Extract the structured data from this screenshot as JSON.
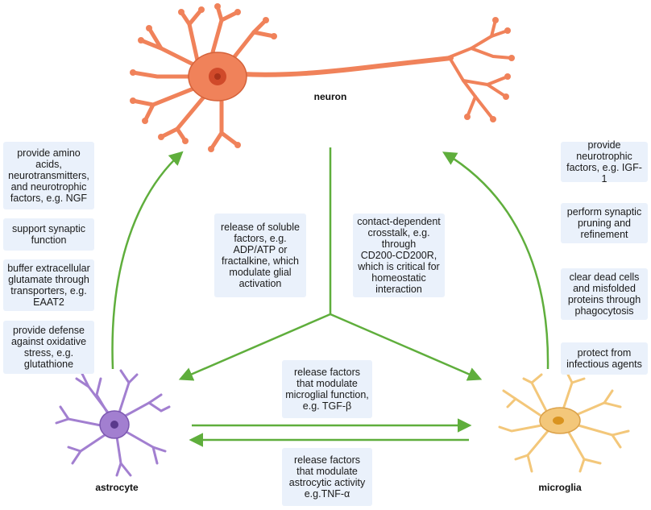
{
  "colors": {
    "arrow": "#5fae3c",
    "neuron_fill": "#f0825a",
    "neuron_stroke": "#d4623a",
    "neuron_nucleus": "#d04a2a",
    "astrocyte_fill": "#a27fd0",
    "astrocyte_stroke": "#7c58b0",
    "microglia_fill": "#f3c77a",
    "microglia_stroke": "#dca24a",
    "box_bg": "#eaf1fb"
  },
  "cells": {
    "neuron": "neuron",
    "astrocyte": "astrocyte",
    "microglia": "microglia"
  },
  "astrocyte_to_neuron": [
    "provide amino\nacids,\nneurotransmitters,\nand neurotrophic\nfactors, e.g. NGF",
    "support synaptic\nfunction",
    "buffer extracellular\nglutamate through\ntransporters, e.g.\nEAAT2",
    "provide defense\nagainst oxidative\nstress, e.g.\nglutathione"
  ],
  "microglia_to_neuron": [
    "provide\nneurotrophic\nfactors, e.g. IGF-1",
    "perform synaptic\npruning and\nrefinement",
    "clear dead cells\nand misfolded\nproteins through\nphagocytosis",
    "protect from\ninfectious agents"
  ],
  "neuron_to_glia": {
    "soluble": "release of soluble\nfactors, e.g.\nADP/ATP or\nfractalkine, which\nmodulate glial\nactivation",
    "contact": "contact-dependent\ncrosstalk, e.g.\nthrough\nCD200-CD200R,\nwhich is critical for\nhomeostatic\ninteraction"
  },
  "glia_crosstalk": {
    "astro_to_micro": "release factors\nthat modulate\nmicroglial function,\ne.g. TGF-β",
    "micro_to_astro": "release factors\nthat modulate\nastrocytic activity\ne.g.TNF-α"
  }
}
